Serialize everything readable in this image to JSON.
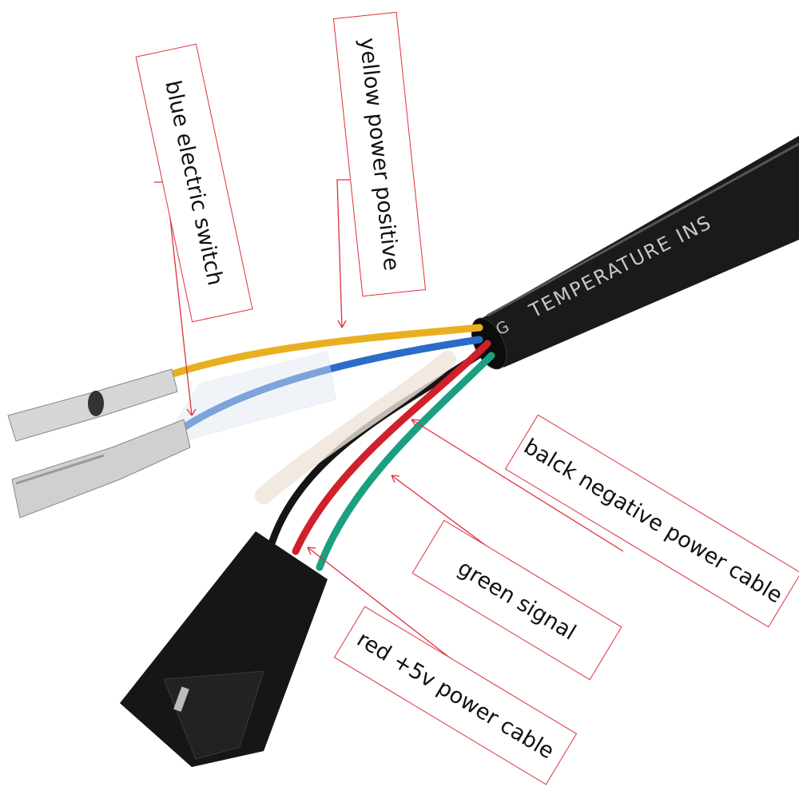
{
  "cable_print": {
    "text": "TEMPERATURE  INS",
    "partial": "G"
  },
  "labels": {
    "blue": "blue electric switch",
    "yellow": "yellow power positive",
    "black": "balck negative power cable",
    "green": "green signal",
    "red": "red +5v power cable"
  },
  "colors": {
    "annotation": "#e0303a",
    "yellow_wire": "#e8b020",
    "blue_wire": "#2a6cc8",
    "red_wire": "#d0202a",
    "green_wire": "#1aa080",
    "black_wire": "#151515"
  }
}
